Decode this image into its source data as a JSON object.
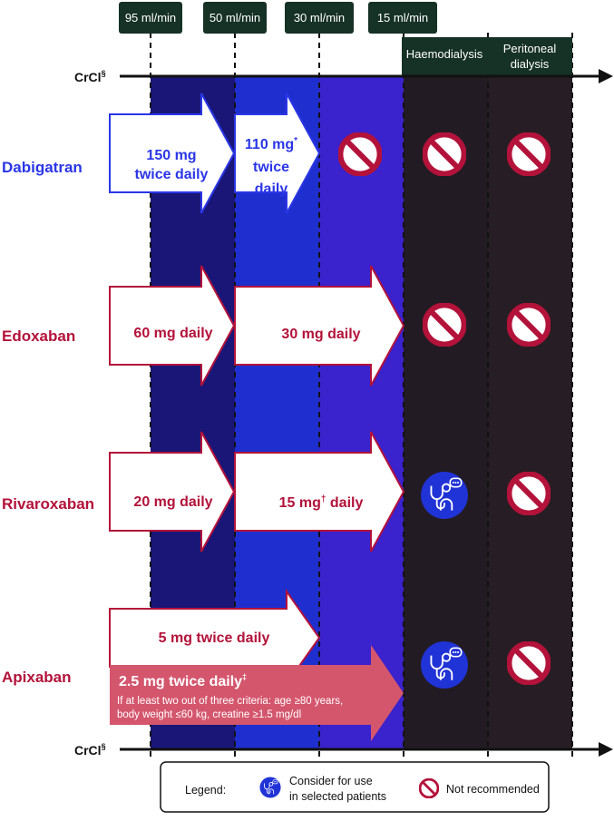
{
  "header_labels": [
    "95 ml/min",
    "50 ml/min",
    "30 ml/min",
    "15 ml/min"
  ],
  "dialysis_labels": {
    "haemodialysis": "Haemodialysis",
    "peritoneal_line1": "Peritoneal",
    "peritoneal_line2": "dialysis"
  },
  "axis_label": "CrCl",
  "axis_sup": "§",
  "drugs": {
    "dabigatran": {
      "name": "Dabigatran",
      "dose1_line1": "150 mg",
      "dose1_line2": "twice daily",
      "dose2_line1": "110 mg",
      "dose2_sup": "*",
      "dose2_line2": "twice",
      "dose2_line3": "daily"
    },
    "edoxaban": {
      "name": "Edoxaban",
      "dose1": "60 mg daily",
      "dose2": "30 mg daily"
    },
    "rivaroxaban": {
      "name": "Rivaroxaban",
      "dose1": "20 mg daily",
      "dose2_a": "15 mg",
      "dose2_sup": "†",
      "dose2_b": " daily"
    },
    "apixaban": {
      "name": "Apixaban",
      "dose1": "5 mg twice daily",
      "dose2": "2.5 mg twice daily",
      "dose2_sup": "‡",
      "criteria_line1": "If at least two out of three criteria: age ≥80 years,",
      "criteria_line2": "body weight ≤60 kg, creatine ≥1.5 mg/dl"
    }
  },
  "legend": {
    "title": "Legend:",
    "consider_line1": "Consider for use",
    "consider_line2": "in selected patients",
    "not_recommended": "Not recommended"
  },
  "colors": {
    "band1": "#1a1677",
    "band2": "#1f2fcf",
    "band3": "#3a22cc",
    "band4": "#231b24",
    "band5": "#271d24",
    "header_bg": "#163126",
    "dabigatran": "#2a36e6",
    "red": "#b3123a",
    "apixaban_fill": "#d4566d",
    "consider_icon": "#2033d6"
  },
  "icons": {
    "not_recommended": "prohibited-icon",
    "consider": "doctor-consult-icon"
  }
}
